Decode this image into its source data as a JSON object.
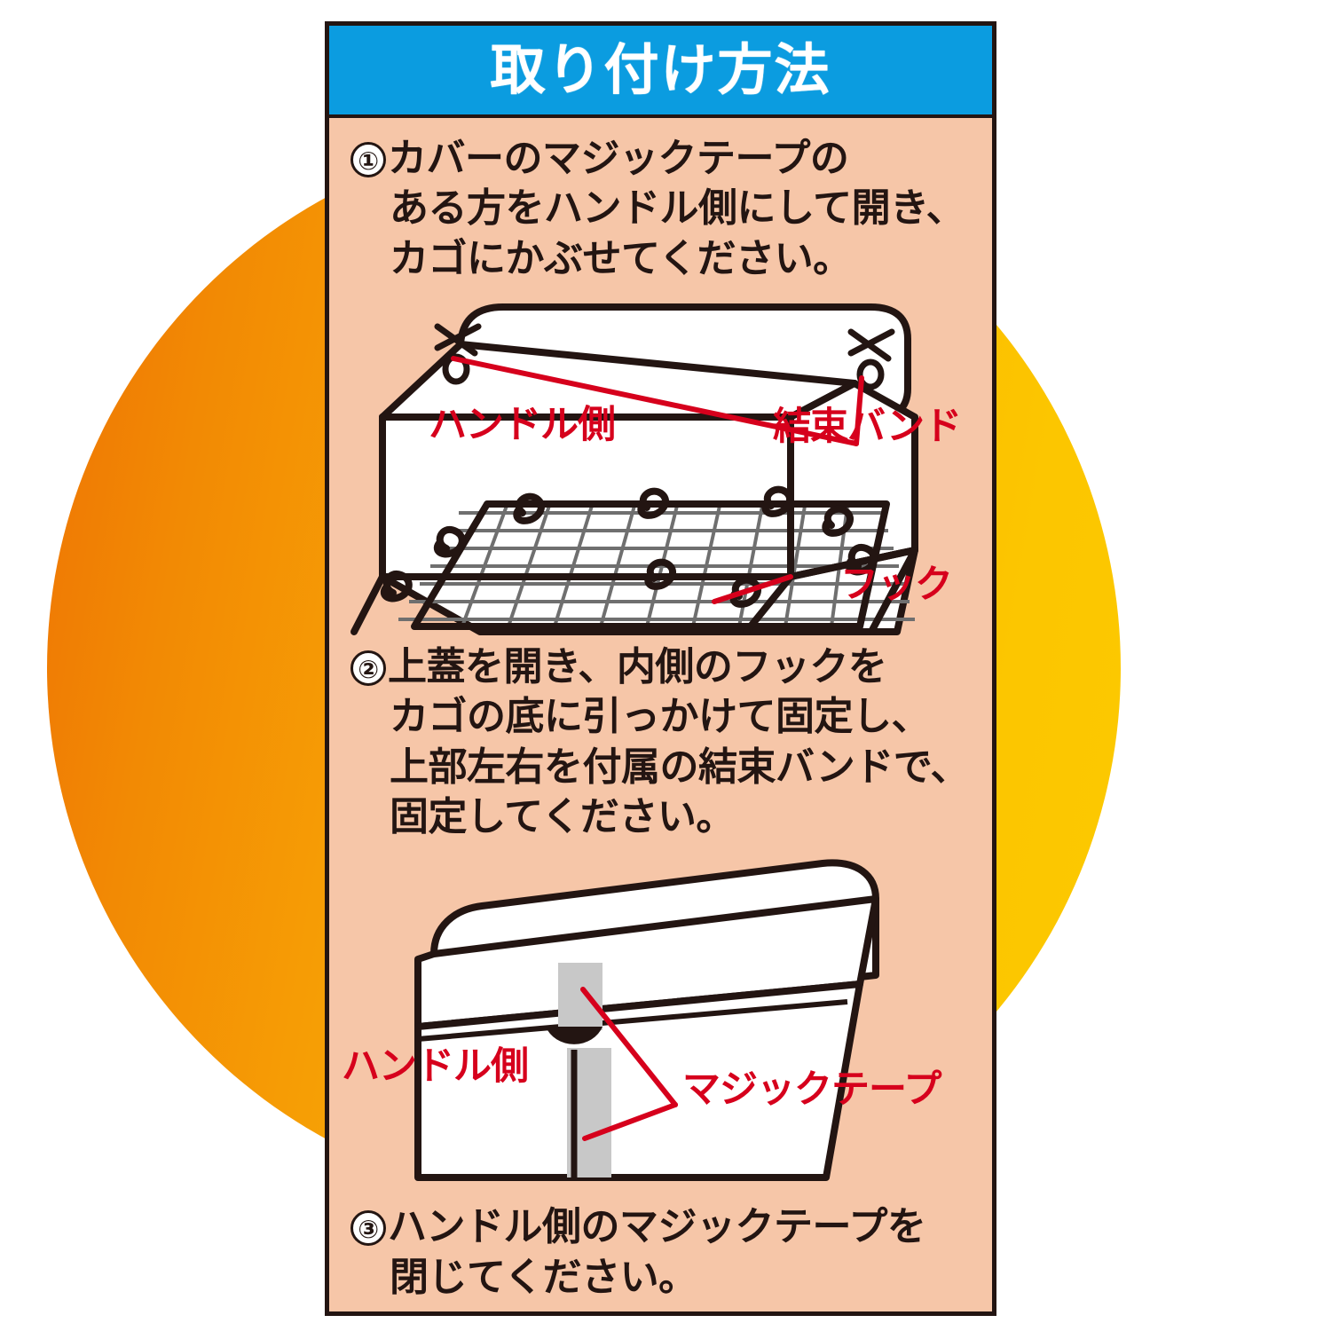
{
  "header": {
    "title": "取り付け方法",
    "bg_color": "#0B9CE0",
    "text_color": "#FFFFFF"
  },
  "panel": {
    "bg_color": "#F6C6A8",
    "border_color": "#231512"
  },
  "background": {
    "shape": "circle",
    "gradient_from": "#EE7203",
    "gradient_to": "#FCC900"
  },
  "steps": [
    {
      "number": "①",
      "lines": [
        "カバーのマジックテープの",
        "ある方をハンドル側にして開き、",
        "カゴにかぶせてください。"
      ]
    },
    {
      "number": "②",
      "lines": [
        "上蓋を開き、内側のフックを",
        "カゴの底に引っかけて固定し、",
        "上部左右を付属の結束バンドで、",
        "固定してください。"
      ]
    },
    {
      "number": "③",
      "lines": [
        "ハンドル側のマジックテープを",
        "閉じてください。"
      ]
    }
  ],
  "figure1": {
    "name": "basket-cover-open-diagram",
    "labels": [
      {
        "text": "ハンドル側",
        "color": "#D6001C"
      },
      {
        "text": "結束バンド",
        "color": "#D6001C"
      },
      {
        "text": "フック",
        "color": "#D6001C"
      }
    ]
  },
  "figure2": {
    "name": "basket-cover-closed-diagram",
    "labels": [
      {
        "text": "ハンドル側",
        "color": "#D6001C"
      },
      {
        "text": "マジックテープ",
        "color": "#D6001C"
      }
    ]
  }
}
